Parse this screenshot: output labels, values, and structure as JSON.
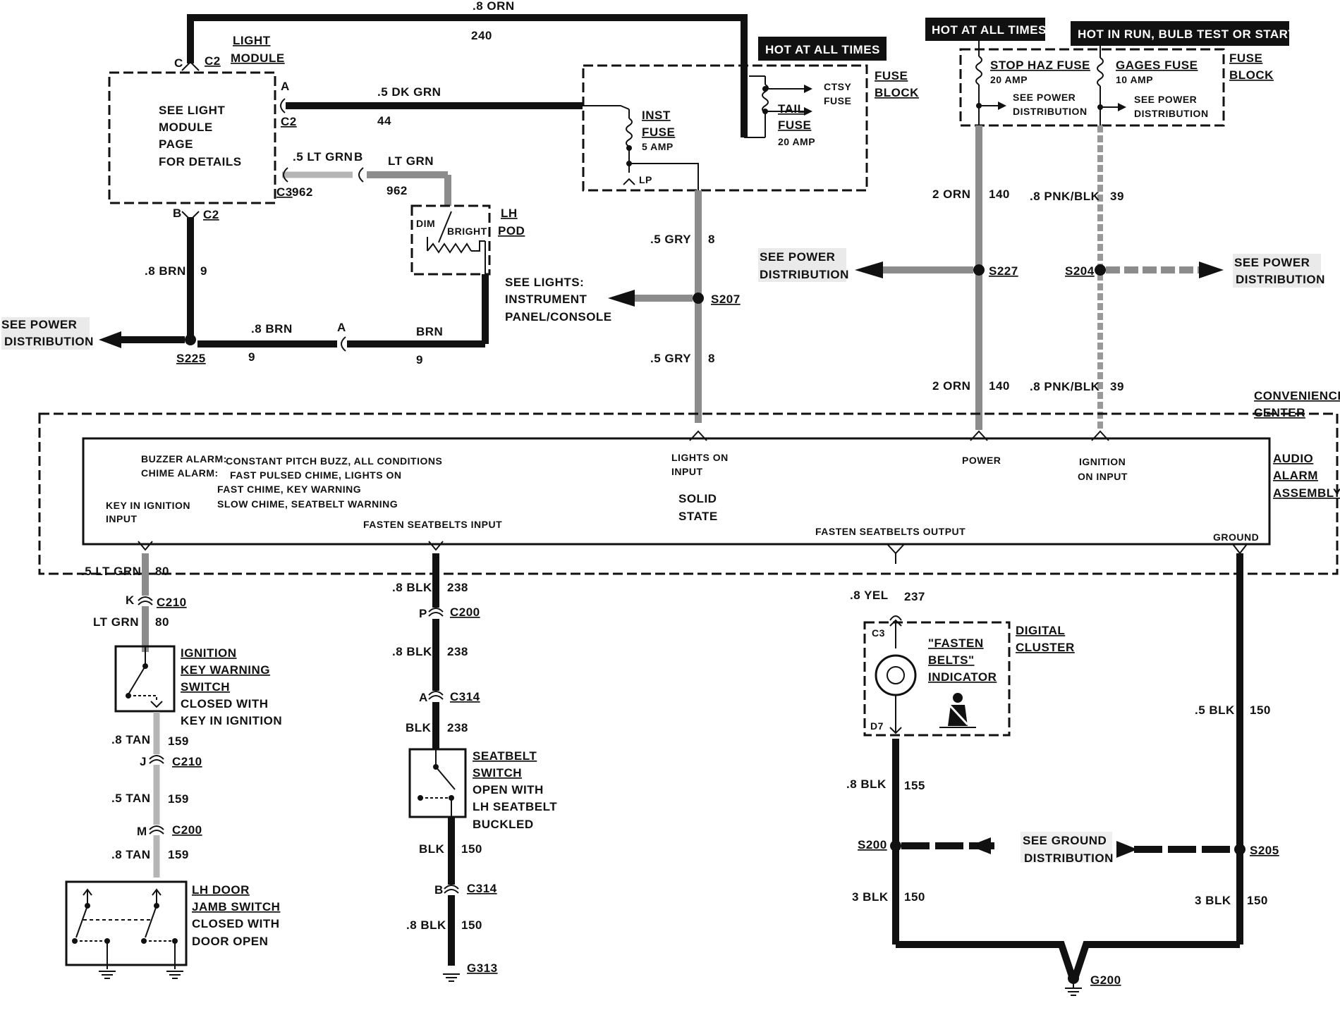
{
  "wire_labels": {
    "orn_top": ".8 ORN",
    "orn_top_num": "240",
    "dkgrn": ".5 DK GRN",
    "dkgrn_num": "44",
    "ltgrn5": ".5 LT GRN",
    "ltgrn": "LT GRN",
    "num962": "962",
    "brn8": ".8 BRN",
    "brn": "BRN",
    "num9": "9",
    "gry5": ".5 GRY",
    "num8": "8",
    "orn2": "2 ORN",
    "num140": "140",
    "pnkblk": ".8 PNK/BLK",
    "num39": "39",
    "ltgrn80": ".5 LT GRN",
    "ltgrn80b": "LT GRN",
    "num80": "80",
    "tan8": ".8 TAN",
    "tan5": ".5 TAN",
    "num159": "159",
    "blk8": ".8 BLK",
    "blk": "BLK",
    "num238": "238",
    "num150": "150",
    "yel": ".8 YEL",
    "num237": "237",
    "num155": "155",
    "blk5": ".5 BLK",
    "blk3": "3 BLK"
  },
  "connectors": {
    "c": "C",
    "c2": "C2",
    "a": "A",
    "b": "B",
    "c3": "C3",
    "k": "K",
    "c210": "C210",
    "j": "J",
    "m": "M",
    "c200": "C200",
    "p": "P",
    "c314": "C314",
    "d7": "D7"
  },
  "splices": {
    "s225": "S225",
    "s207": "S207",
    "s227": "S227",
    "s204": "S204",
    "s200": "S200",
    "s205": "S205"
  },
  "grounds": {
    "g313": "G313",
    "g200": "G200"
  },
  "tags": {
    "hot1": "HOT AT ALL TIMES",
    "hot2": "HOT AT ALL TIMES",
    "hot3": "HOT IN RUN, BULB TEST OR START"
  },
  "light_module": {
    "title1": "LIGHT",
    "title2": "MODULE",
    "body": [
      "SEE LIGHT",
      "MODULE",
      "PAGE",
      "FOR DETAILS"
    ]
  },
  "lh_pod": {
    "title1": "LH",
    "title2": "POD",
    "dim": "DIM",
    "bright": "BRIGHT"
  },
  "fuse_block": {
    "title1": "FUSE",
    "title2": "BLOCK",
    "inst": [
      "INST",
      "FUSE",
      "5 AMP"
    ],
    "lp": "LP",
    "ctsy": [
      "CTSY",
      "FUSE"
    ],
    "tail": [
      "TAIL",
      "FUSE",
      "20 AMP"
    ]
  },
  "fuse_block2": {
    "title1": "FUSE",
    "title2": "BLOCK",
    "stop": [
      "STOP HAZ FUSE",
      "20 AMP",
      "SEE POWER",
      "DISTRIBUTION"
    ],
    "gages": [
      "GAGES FUSE",
      "10 AMP",
      "SEE POWER",
      "DISTRIBUTION"
    ]
  },
  "references": {
    "power_left": [
      "SEE POWER",
      "DISTRIBUTION"
    ],
    "lights": [
      "SEE LIGHTS:",
      "INSTRUMENT",
      "PANEL/CONSOLE"
    ],
    "power_mid": [
      "SEE POWER",
      "DISTRIBUTION"
    ],
    "power_right": [
      "SEE POWER",
      "DISTRIBUTION"
    ],
    "ground": [
      "SEE GROUND",
      "DISTRIBUTION"
    ]
  },
  "convenience_center": [
    "CONVENIENCE",
    "CENTER"
  ],
  "audio_alarm": {
    "title": [
      "AUDIO",
      "ALARM",
      "ASSEMBLY"
    ],
    "buzzer_label": "BUZZER ALARM:",
    "buzzer_text": "CONSTANT PITCH BUZZ, ALL CONDITIONS",
    "chime_label": "CHIME ALARM:",
    "chime_lines": [
      "FAST PULSED CHIME, LIGHTS ON",
      "FAST CHIME, KEY WARNING",
      "SLOW CHIME, SEATBELT WARNING"
    ],
    "key_input": [
      "KEY IN IGNITION",
      "INPUT"
    ],
    "fasten_input": "FASTEN SEATBELTS INPUT",
    "lights_input": [
      "LIGHTS ON",
      "INPUT"
    ],
    "solid_state": [
      "SOLID",
      "STATE"
    ],
    "power": "POWER",
    "ignition_input": [
      "IGNITION",
      "ON INPUT"
    ],
    "fasten_output": "FASTEN SEATBELTS OUTPUT",
    "ground": "GROUND"
  },
  "ignition_switch": [
    "IGNITION",
    "KEY WARNING",
    "SWITCH",
    "CLOSED WITH",
    "KEY IN IGNITION"
  ],
  "door_switch": [
    "LH DOOR",
    "JAMB SWITCH",
    "CLOSED WITH",
    "DOOR OPEN"
  ],
  "seatbelt_switch": [
    "SEATBELT",
    "SWITCH",
    "OPEN WITH",
    "LH SEATBELT",
    "BUCKLED"
  ],
  "digital_cluster": {
    "title": [
      "DIGITAL",
      "CLUSTER"
    ],
    "indicator": [
      "\"FASTEN",
      "BELTS\"",
      "INDICATOR"
    ]
  }
}
